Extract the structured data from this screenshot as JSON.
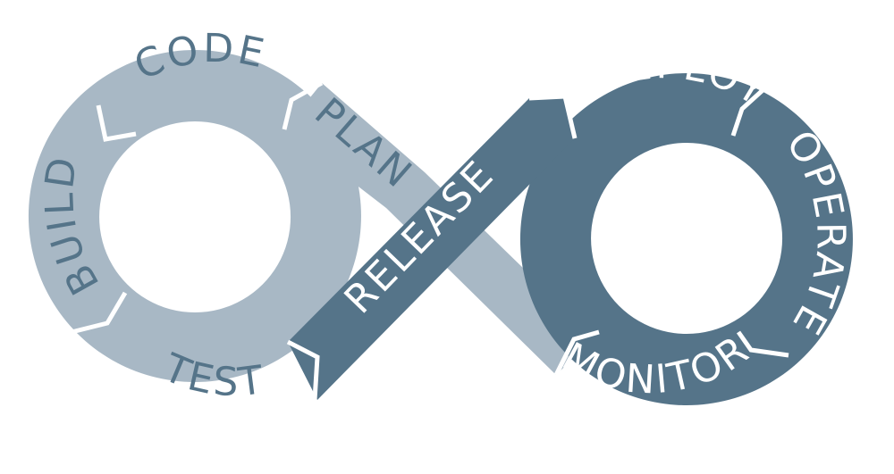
{
  "diagram": {
    "stages": [
      {
        "id": "code",
        "label": "CODE"
      },
      {
        "id": "plan",
        "label": "PLAN"
      },
      {
        "id": "build",
        "label": "BUILD"
      },
      {
        "id": "test",
        "label": "TEST"
      },
      {
        "id": "release",
        "label": "RELEASE"
      },
      {
        "id": "deploy",
        "label": "DEPLOY"
      },
      {
        "id": "operate",
        "label": "OPERATE"
      },
      {
        "id": "monitor",
        "label": "MONITOR"
      }
    ],
    "colors": {
      "dev": "#a8b8c5",
      "ops": "#557489",
      "dev_text": "#557489",
      "ops_text": "#ffffff",
      "separator": "#ffffff"
    }
  }
}
